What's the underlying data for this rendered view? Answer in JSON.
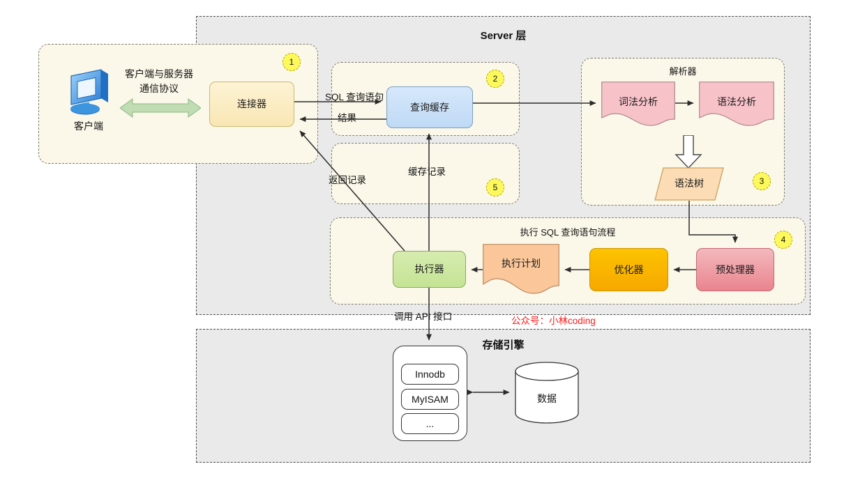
{
  "layers": {
    "server": {
      "title": "Server 层"
    },
    "storage": {
      "title": "存储引擎"
    }
  },
  "groups": {
    "client": {
      "badge": "1"
    },
    "cache": {
      "badge": "2"
    },
    "parser": {
      "title": "解析器",
      "badge": "3"
    },
    "execflow": {
      "title": "执行 SQL 查询语句流程",
      "badge": "4"
    },
    "cacherec": {
      "badge": "5"
    }
  },
  "nodes": {
    "connector": "连接器",
    "query_cache": "查询缓存",
    "lexical": "词法分析",
    "syntax": "语法分析",
    "syntax_tree": "语法树",
    "executor": "执行器",
    "exec_plan": "执行计划",
    "optimizer": "优化器",
    "preprocessor": "预处理器"
  },
  "client": {
    "icon": "monitor-icon",
    "label": "客户端",
    "protocol_line1": "客户端与服务器",
    "protocol_line2": "通信协议"
  },
  "edges": {
    "sql_query": "SQL 查询语句",
    "result": "结果",
    "cache_record": "缓存记录",
    "return_record": "返回记录",
    "call_api": "调用 API 接口"
  },
  "storage": {
    "engines": [
      "Innodb",
      "MyISAM",
      "..."
    ],
    "data_label": "数据"
  },
  "watermark": "公众号：小林coding",
  "colors": {
    "layer_bg": "#eaeaea",
    "group_bg": "#fbf8e9",
    "badge": "#fdf95c",
    "connector": "#fbeac0",
    "cache": "#cbe0f7",
    "parser_box": "#f6c3c8",
    "tree": "#fbdcb4",
    "executor": "#cfe69f",
    "plan": "#fbc79a",
    "optimizer": "#fbb900",
    "preprocessor": "#ee8e96",
    "arrow_green": "#bcd9b0",
    "watermark": "#ff1a1a"
  }
}
